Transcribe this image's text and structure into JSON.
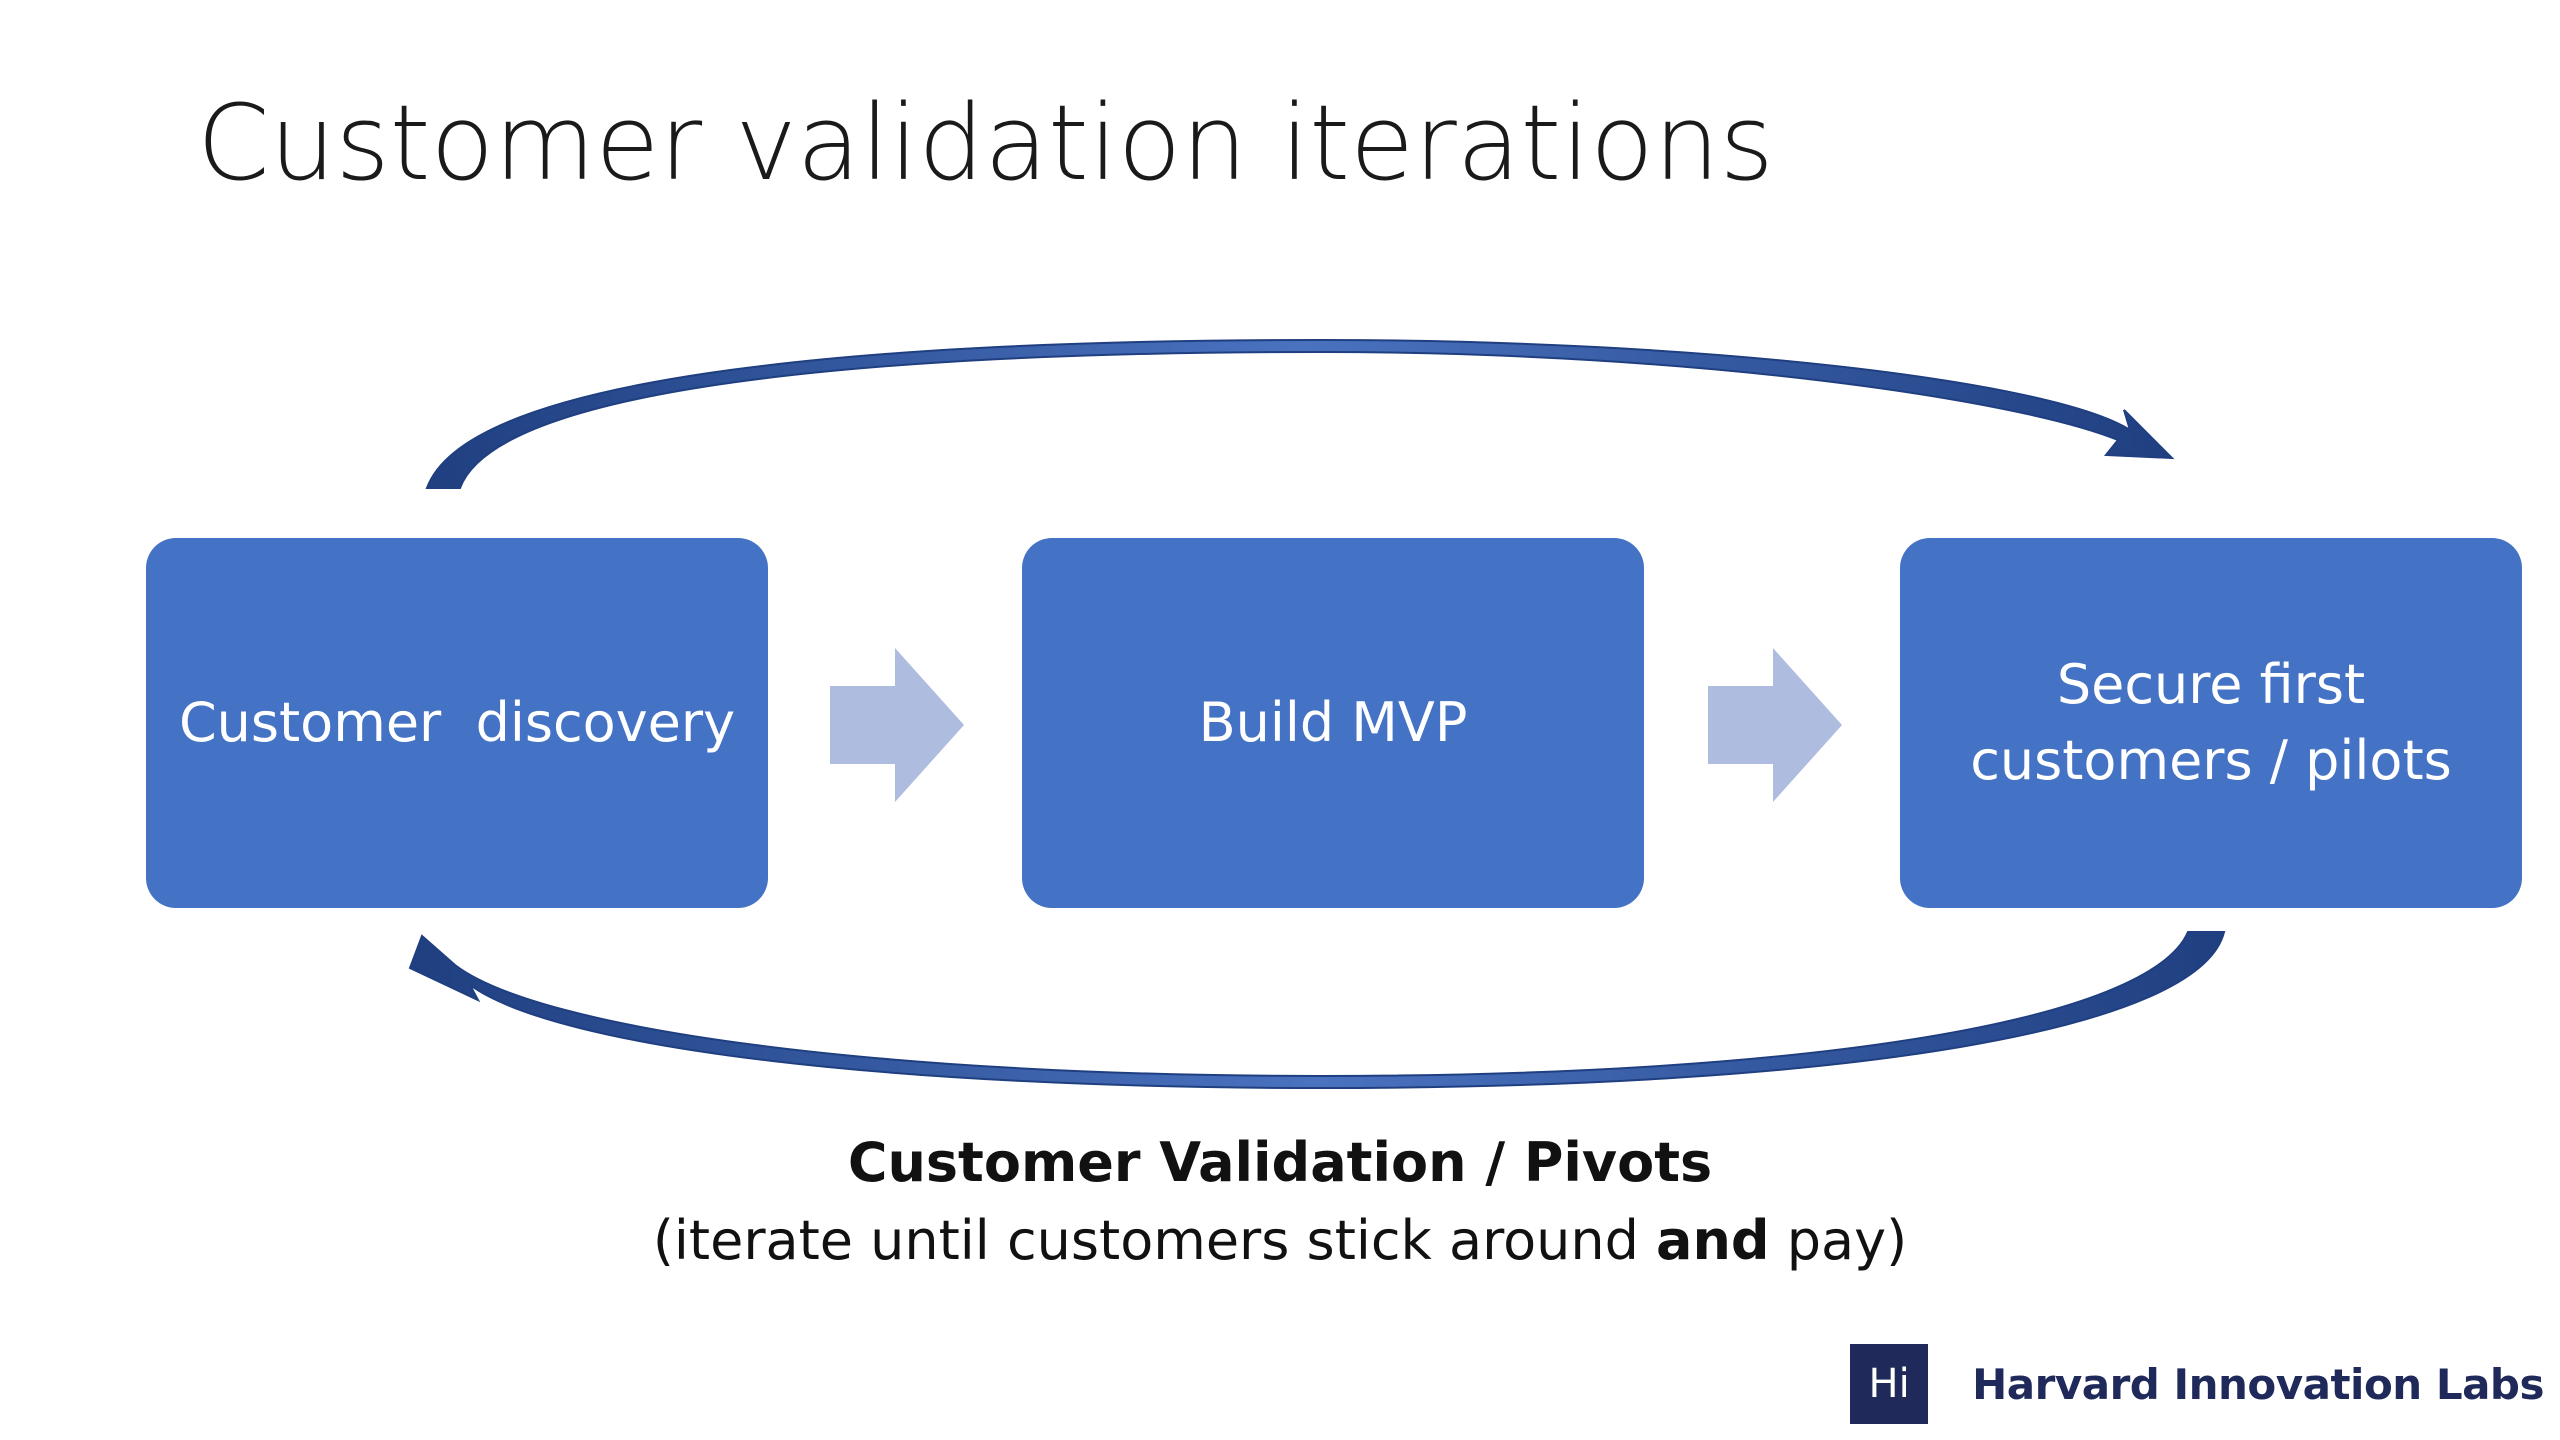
{
  "slide": {
    "title": "Customer validation iterations"
  },
  "steps": [
    {
      "label": "Customer  discovery"
    },
    {
      "label": "Build MVP"
    },
    {
      "label": "Secure first\ncustomers / pilots"
    }
  ],
  "loop": {
    "heading": "Customer Validation / Pivots",
    "sub_open": "(iterate until customers stick around ",
    "sub_bold": "and",
    "sub_close": " pay)"
  },
  "branding": {
    "logo_mark": "Hi",
    "org_name": "Harvard Innovation Labs"
  },
  "colors": {
    "box_fill": "#4472c4",
    "chevron_fill": "#aebce0",
    "loop_arrow": "#2f5597",
    "logo_bg": "#1f2a5a"
  }
}
